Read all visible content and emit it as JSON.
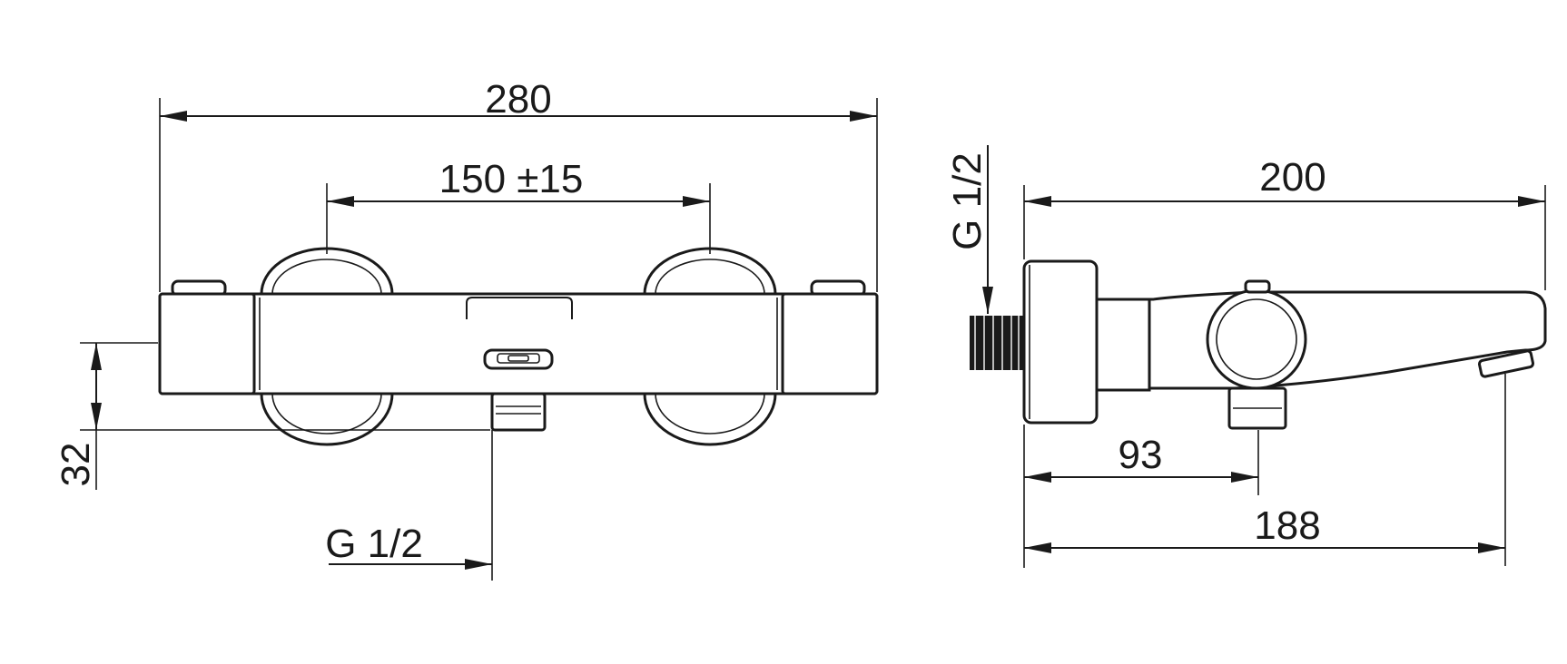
{
  "front_view": {
    "width_total": "280",
    "inlet_spacing": "150 ±15",
    "outlet_height": "32",
    "outlet_thread": "G 1/2"
  },
  "side_view": {
    "inlet_thread": "G 1/2",
    "depth_total": "200",
    "outlet_offset": "93",
    "spout_reach": "188"
  }
}
